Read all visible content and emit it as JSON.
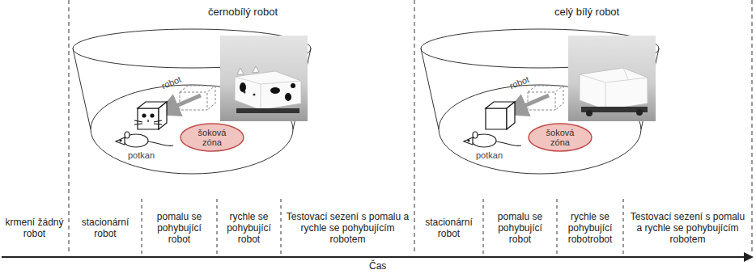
{
  "diagram": {
    "nodes": [
      {
        "text": [
          "šoková zóna"
        ]
      },
      {
        "text": [
          "šoková zóna"
        ]
      }
    ],
    "labels": [
      "černobílý robot",
      "robot",
      "potkan",
      "celý bílý robot",
      "robot",
      "potkan",
      "krmení žádný robot",
      "stacionární robot",
      "pomalu se pohybující robot",
      "rychle se pohybující robot",
      "Testovací sezení s pomalu a rychle se pohybujícím robotem",
      "stacionární robot",
      "pomalu se pohybující robot",
      "rychle se pohybující robotrobot",
      "Testovací sezení s pomalu a rychle se pohybujícím robotem",
      "Čas"
    ]
  }
}
